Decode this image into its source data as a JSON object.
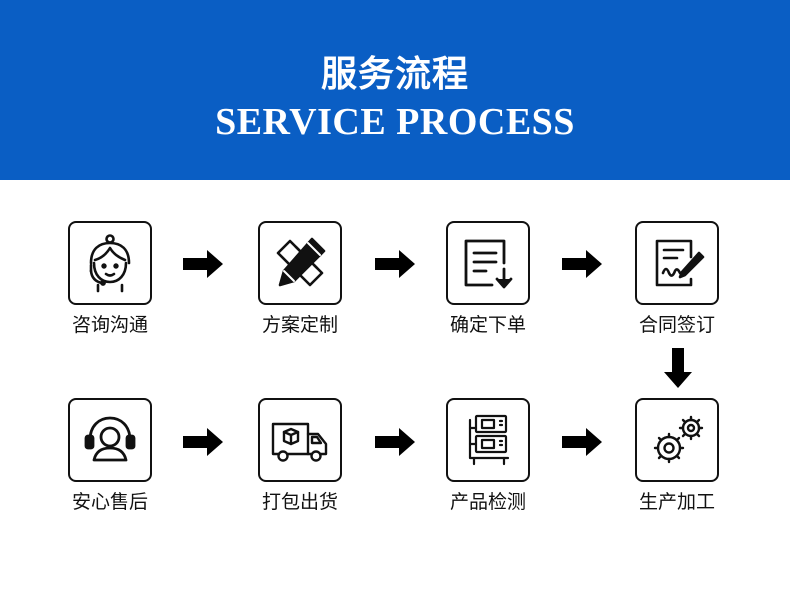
{
  "header": {
    "title_cn": "服务流程",
    "title_en": "SERVICE PROCESS",
    "background": "#0a5ec4"
  },
  "steps": [
    {
      "label": "咨询沟通",
      "icon": "customer-service-agent-icon"
    },
    {
      "label": "方案定制",
      "icon": "ruler-pencil-icon"
    },
    {
      "label": "确定下单",
      "icon": "order-download-icon"
    },
    {
      "label": "合同签订",
      "icon": "contract-sign-icon"
    },
    {
      "label": "生产加工",
      "icon": "gears-icon"
    },
    {
      "label": "产品检测",
      "icon": "inspection-equipment-icon"
    },
    {
      "label": "打包出货",
      "icon": "delivery-truck-icon"
    },
    {
      "label": "安心售后",
      "icon": "after-sales-headset-icon"
    }
  ]
}
